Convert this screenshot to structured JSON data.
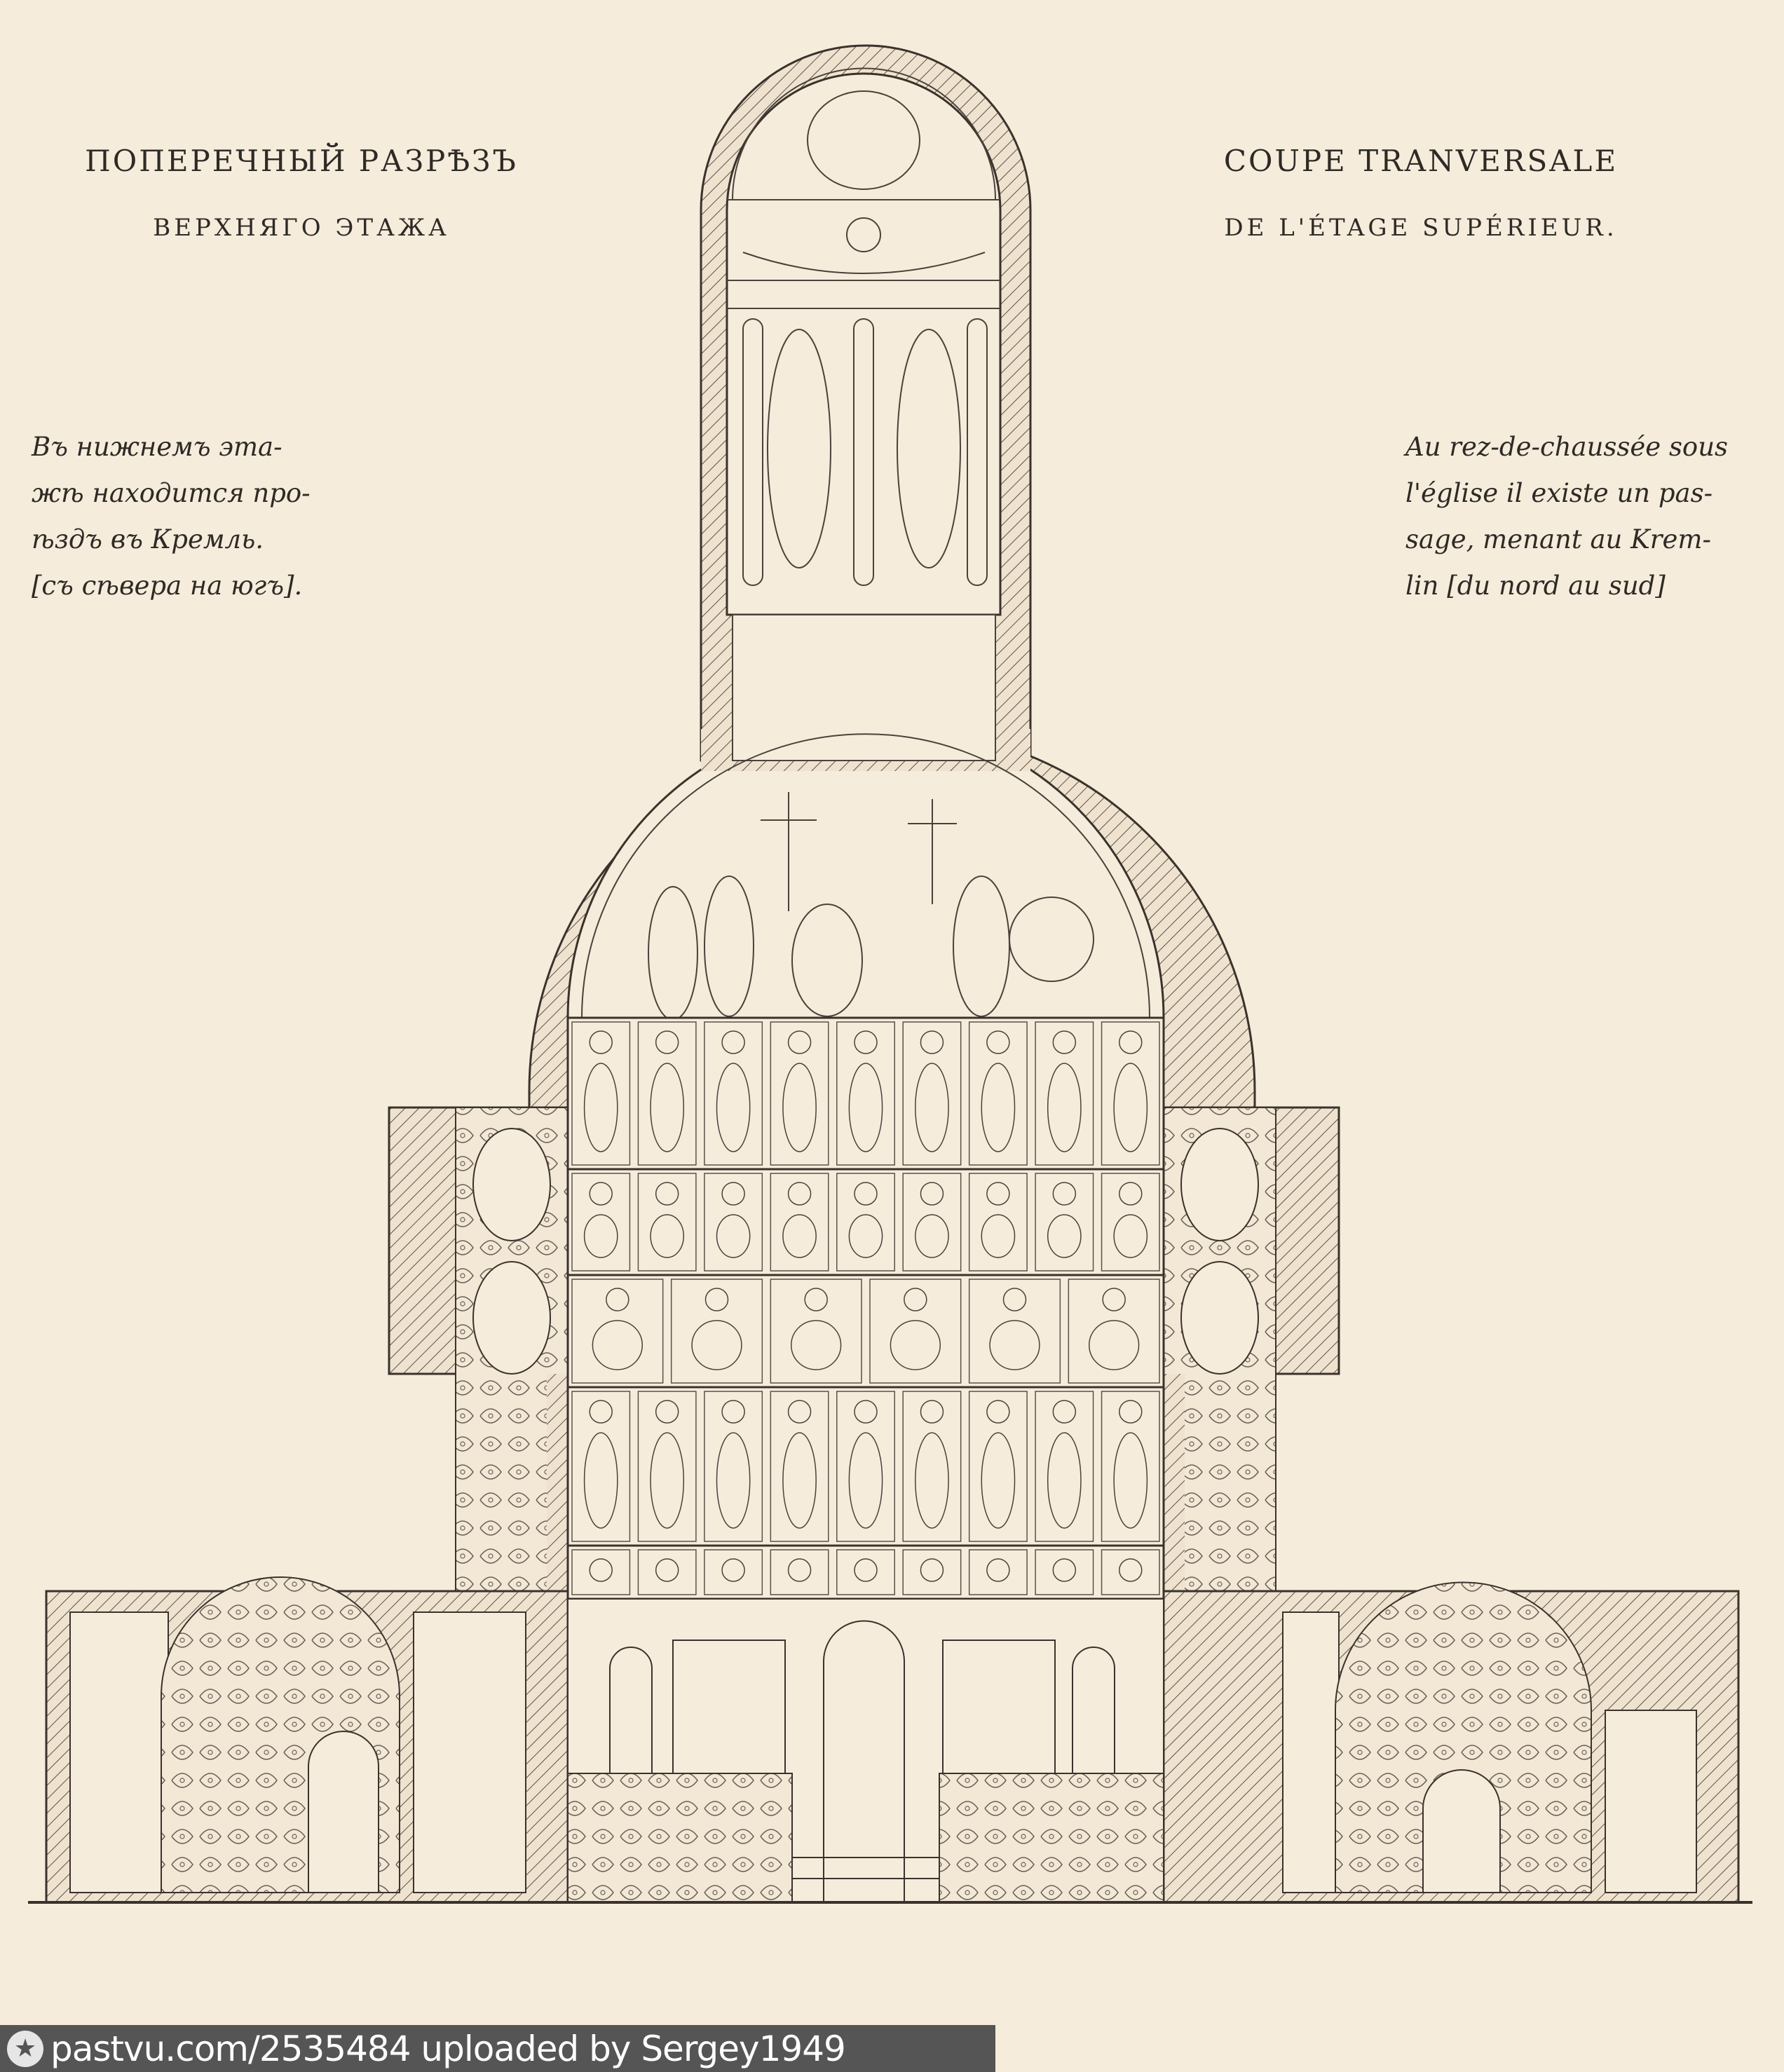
{
  "russian": {
    "title": "ПОПЕРЕЧНЫЙ РАЗРѢЗЪ",
    "subtitle": "ВЕРХНЯГО ЭТАЖА",
    "note_lines": [
      "Въ нижнемъ эта-",
      "жѣ находится про-",
      "ѣздъ въ Кремль.",
      "[съ сѣвера на югъ]."
    ]
  },
  "french": {
    "title": "COUPE TRANVERSALE",
    "subtitle": "DE L'ÉTAGE SUPÉRIEUR.",
    "note_lines": [
      "Au rez-de-chaussée sous",
      "l'église il existe un pas-",
      "sage, menant au Krem-",
      "lin [du nord au sud]"
    ]
  },
  "watermark": {
    "icon": "star-icon",
    "text": "pastvu.com/2535484  uploaded by Sergey1949"
  },
  "colors": {
    "paper": "#f6ecdc",
    "ink": "#2e2a25",
    "banner": "#555555"
  }
}
